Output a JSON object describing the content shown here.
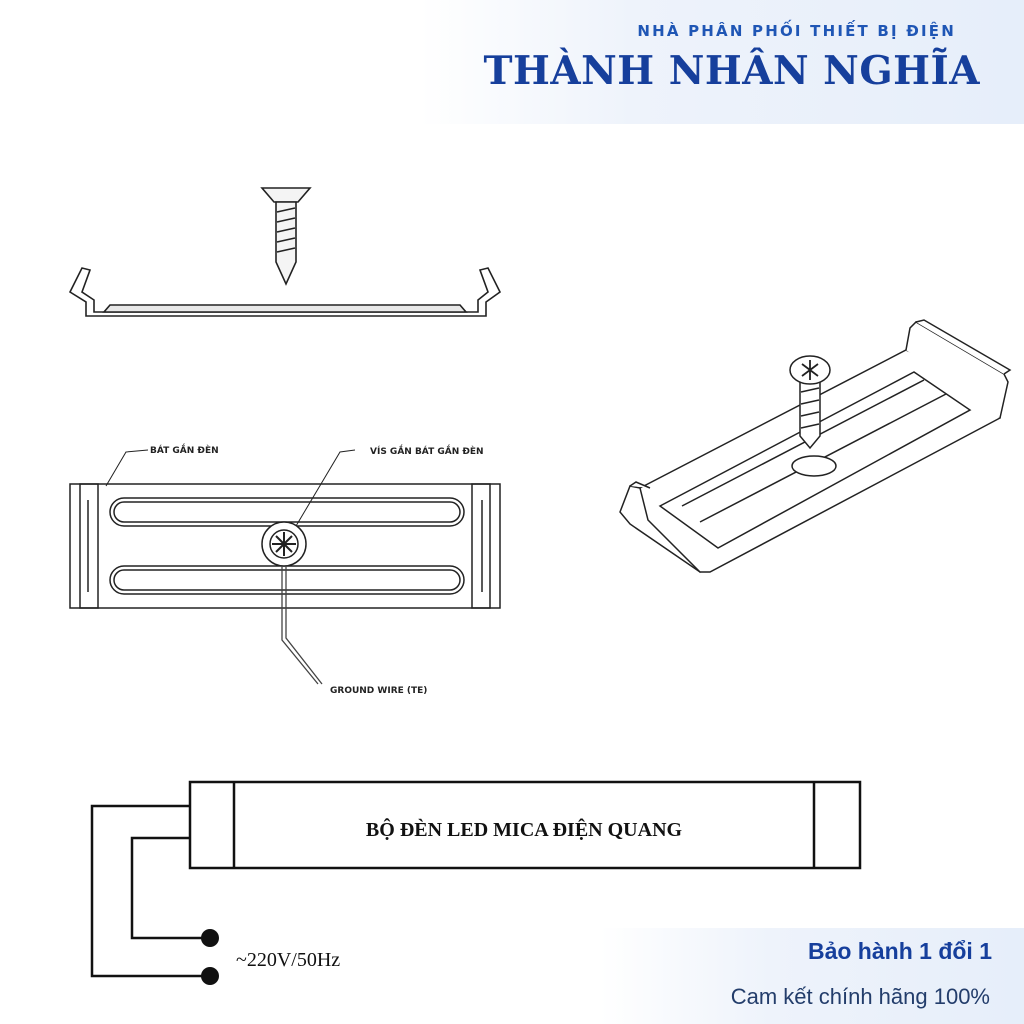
{
  "header": {
    "tagline": "NHÀ PHÂN PHỐI THIẾT BỊ ĐIỆN",
    "brand": "THÀNH NHÂN NGHĨA"
  },
  "diagram": {
    "label_bracket": "BÁT GẮN ĐÈN",
    "label_screw": "VÍS GẮN BÁT GẮN ĐÈN",
    "label_ground": "GROUND WIRE (TE)",
    "lamp_label": "BỘ ĐÈN LED MICA ĐIỆN QUANG",
    "power_label": "~220V/50Hz"
  },
  "footer": {
    "warranty": "Bảo hành 1 đổi 1",
    "commitment": "Cam kết chính hãng 100%"
  },
  "colors": {
    "brand_blue": "#163f9c",
    "accent_blue": "#1f56b5"
  }
}
